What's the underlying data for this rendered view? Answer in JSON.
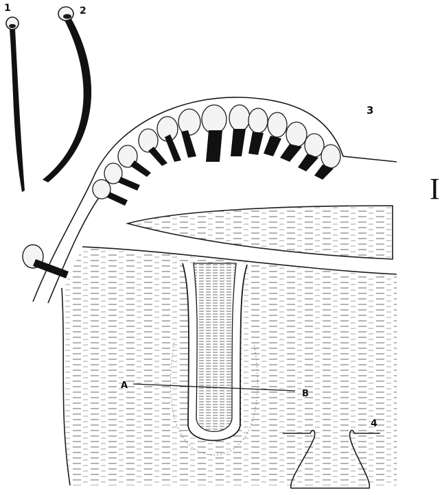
{
  "plate_number": "I",
  "figure_labels": [
    "1",
    "2",
    "3",
    "4"
  ],
  "section_labels": {
    "start": "A",
    "end": "B"
  },
  "colors": {
    "ink": "#1a1a1a",
    "paper": "#ffffff",
    "hatch": "#555555",
    "bulb_fill": "#f4f4f4"
  }
}
